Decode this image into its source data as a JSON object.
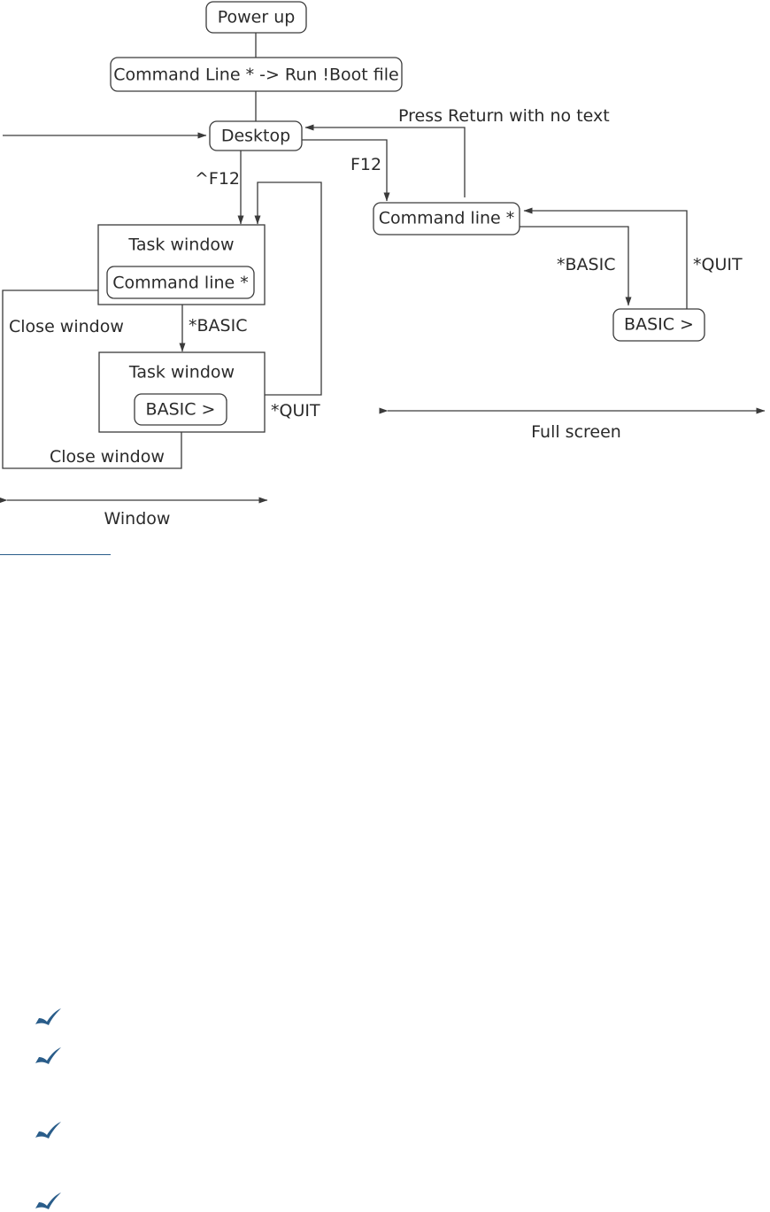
{
  "nodes": {
    "power_up": "Power up",
    "run_boot": "Command Line * -> Run !Boot file",
    "desktop": "Desktop",
    "task_window_1": "Task window",
    "command_line_1": "Command line *",
    "task_window_2": "Task window",
    "basic_1": "BASIC >",
    "command_line_2": "Command line *",
    "basic_2": "BASIC >"
  },
  "edges": {
    "press_return": "Press Return with no text",
    "ctrl_f12": "^F12",
    "f12": "F12",
    "basic_cmd_1": "*BASIC",
    "basic_cmd_2": "*BASIC",
    "quit_1": "*QUIT",
    "quit_2": "*QUIT",
    "close_window_1": "Close window",
    "close_window_2": "Close window"
  },
  "ranges": {
    "window": "Window",
    "full_screen": "Full screen"
  },
  "colors": {
    "line": "#3a3a3a",
    "rule": "#2a5d8a",
    "check": "#2a5d8a"
  },
  "icons": [
    "check-icon",
    "check-icon",
    "check-icon",
    "check-icon"
  ]
}
